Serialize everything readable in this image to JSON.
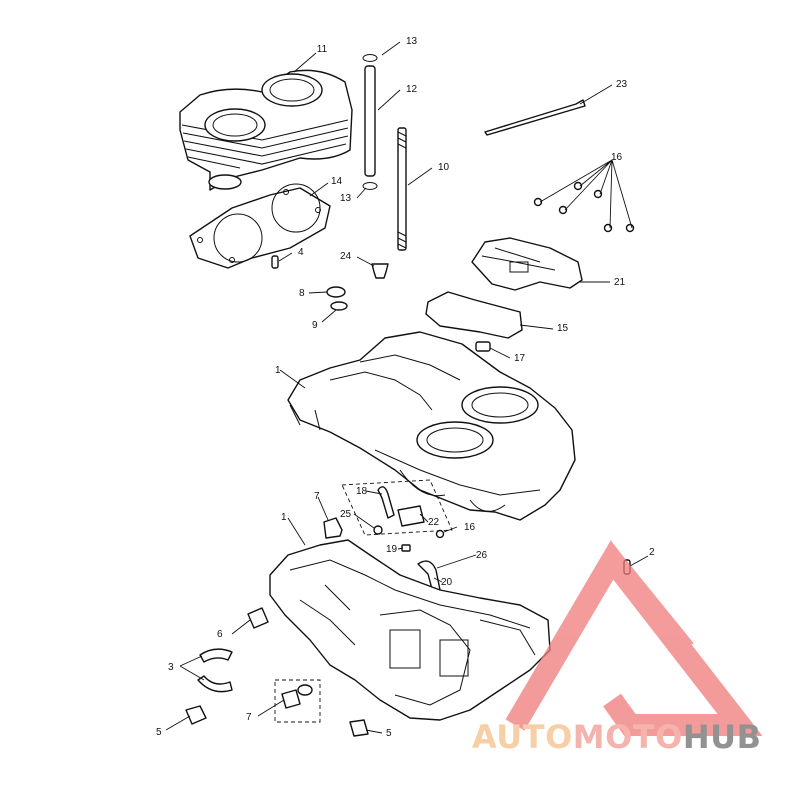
{
  "diagram": {
    "callouts": [
      {
        "id": "c11",
        "label": "11"
      },
      {
        "id": "c13a",
        "label": "13"
      },
      {
        "id": "c12",
        "label": "12"
      },
      {
        "id": "c23",
        "label": "23"
      },
      {
        "id": "c16a",
        "label": "16"
      },
      {
        "id": "c10",
        "label": "10"
      },
      {
        "id": "c13b",
        "label": "13"
      },
      {
        "id": "c14",
        "label": "14"
      },
      {
        "id": "c4",
        "label": "4"
      },
      {
        "id": "c24",
        "label": "24"
      },
      {
        "id": "c21",
        "label": "21"
      },
      {
        "id": "c8",
        "label": "8"
      },
      {
        "id": "c9",
        "label": "9"
      },
      {
        "id": "c15",
        "label": "15"
      },
      {
        "id": "c17",
        "label": "17"
      },
      {
        "id": "c1a",
        "label": "1"
      },
      {
        "id": "c18",
        "label": "18"
      },
      {
        "id": "c7a",
        "label": "7"
      },
      {
        "id": "c25",
        "label": "25"
      },
      {
        "id": "c22",
        "label": "22"
      },
      {
        "id": "c16b",
        "label": "16"
      },
      {
        "id": "c1b",
        "label": "1"
      },
      {
        "id": "c19",
        "label": "19"
      },
      {
        "id": "c26",
        "label": "26"
      },
      {
        "id": "c2",
        "label": "2"
      },
      {
        "id": "c20",
        "label": "20"
      },
      {
        "id": "c6",
        "label": "6"
      },
      {
        "id": "c3",
        "label": "3"
      },
      {
        "id": "c7b",
        "label": "7"
      },
      {
        "id": "c5a",
        "label": "5"
      },
      {
        "id": "c5b",
        "label": "5"
      }
    ]
  },
  "watermark": {
    "part1": "AUTO",
    "part2": "MOTO",
    "part3": "HUB",
    "colors": {
      "auto": "#f5c089",
      "moto": "#f29a94",
      "hub": "#6e6e6e",
      "triangle": "#f07a7a"
    }
  }
}
